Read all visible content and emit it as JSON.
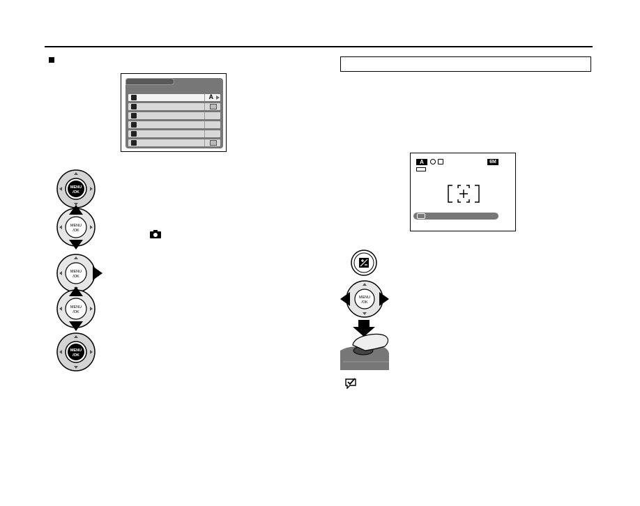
{
  "colors": {
    "ink": "#000000",
    "dial_ring": "#cccccc",
    "menu_panel": "#777777",
    "menu_row": "#d8d8d8"
  },
  "left_column": {
    "section_marker_icon": "black-square-bullet",
    "menu_screen": {
      "icon": "camera-menu-lcd",
      "selected_value": "A",
      "row_count": 6
    },
    "steps": [
      {
        "icon": "dpad-press-menu-ok",
        "highlight": "center"
      },
      {
        "icon": "dpad-up-down",
        "highlight": "up-down",
        "inline_icon": "camera-icon"
      },
      {
        "icon": "dpad-right",
        "highlight": "right"
      },
      {
        "icon": "dpad-up-down",
        "highlight": "up-down"
      },
      {
        "icon": "dpad-press-menu-ok",
        "highlight": "center"
      }
    ]
  },
  "right_column": {
    "heading_box_icon": "outlined-heading-box",
    "lcd_screen": {
      "mode": "A",
      "size_badge": "6M"
    },
    "steps": [
      {
        "icon": "exposure-compensation-button"
      },
      {
        "icon": "dpad-left-right",
        "highlight": "left-right"
      },
      {
        "icon": "shutter-button-press"
      }
    ],
    "note_icon": "check-memo-icon"
  },
  "dial": {
    "center_line1": "MENU",
    "center_line2": "/OK"
  }
}
